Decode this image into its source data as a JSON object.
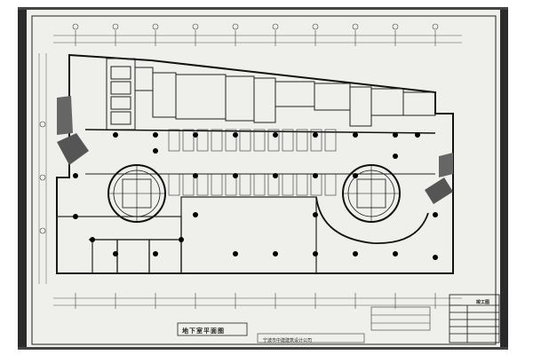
{
  "drawing": {
    "title": "地下室平面图",
    "company": "宁波市中建建筑设计公司"
  },
  "title_block": {
    "heading": "竣工图"
  },
  "colors": {
    "paper": "#f4f4f2",
    "ink": "#1a1a1a",
    "border": "#111111"
  }
}
